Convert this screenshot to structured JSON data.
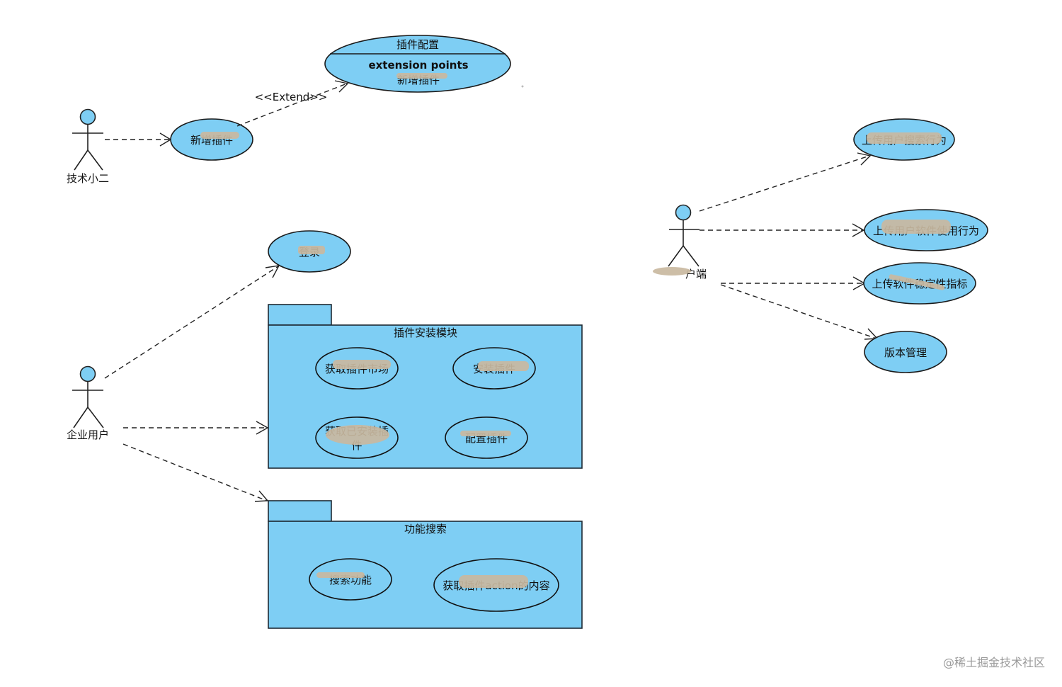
{
  "diagram": {
    "type": "uml-use-case",
    "actors": [
      {
        "id": "tech",
        "label": "技术小二"
      },
      {
        "id": "enterprise",
        "label": "企业用户"
      },
      {
        "id": "client",
        "label": "…客户端",
        "label_partially_obscured": true
      }
    ],
    "use_cases": [
      {
        "id": "plugin-config",
        "label": "插件配置",
        "extension_points_label": "extension points",
        "extension_point": "新增插件",
        "obscured": true
      },
      {
        "id": "add-plugin",
        "label": "新增插件",
        "obscured": true
      },
      {
        "id": "login",
        "label": "登录",
        "obscured": true
      },
      {
        "id": "upload-user-behavior",
        "label": "上传用户…行为",
        "obscured": true
      },
      {
        "id": "upload-software-behavior",
        "label": "上传…软件使用行为",
        "obscured": true
      },
      {
        "id": "upload-stability",
        "label": "上传软件稳定性指标",
        "obscured": true
      },
      {
        "id": "version-mgmt",
        "label": "版本管理"
      }
    ],
    "packages": [
      {
        "id": "install-module",
        "label": "插件安装模块",
        "use_cases": [
          {
            "label": "获取插件市场",
            "obscured": true
          },
          {
            "label": "安装插件",
            "obscured": true
          },
          {
            "label": "获取已安装插件",
            "obscured": true
          },
          {
            "label": "配置插件",
            "obscured": true
          }
        ]
      },
      {
        "id": "feature-search",
        "label": "功能搜索",
        "use_cases": [
          {
            "label": "搜索功能",
            "obscured": true
          },
          {
            "label": "获取插件action的内容",
            "obscured": true
          }
        ]
      }
    ],
    "relations": [
      {
        "from": "tech",
        "to": "add-plugin",
        "type": "association"
      },
      {
        "from": "add-plugin",
        "to": "plugin-config",
        "type": "extend",
        "label": "<<Extend>>"
      },
      {
        "from": "enterprise",
        "to": "login",
        "type": "association"
      },
      {
        "from": "enterprise",
        "to": "install-module",
        "type": "association"
      },
      {
        "from": "enterprise",
        "to": "feature-search",
        "type": "association"
      },
      {
        "from": "client",
        "to": "upload-user-behavior",
        "type": "association"
      },
      {
        "from": "client",
        "to": "upload-software-behavior",
        "type": "association"
      },
      {
        "from": "client",
        "to": "upload-stability",
        "type": "association"
      },
      {
        "from": "client",
        "to": "version-mgmt",
        "type": "association"
      }
    ],
    "colors": {
      "fill": "#7ecef4",
      "stroke": "#1a1a1a",
      "redaction": "#c9b8a0"
    }
  },
  "labels": {
    "actor_tech": "技术小二",
    "actor_enterprise": "企业用户",
    "actor_client_tail": "户端",
    "uc_plugin_config": "插件配置",
    "uc_ext_points": "extension points",
    "uc_ext_point_item": "新增插件",
    "uc_add_plugin": "新增插件",
    "uc_login": "登录",
    "uc_upload_user": "上传用户搜索行为",
    "uc_upload_software": "上传用户软件使用行为",
    "uc_upload_stability": "上传软件稳定性指标",
    "uc_version": "版本管理",
    "pkg_install": "插件安装模块",
    "pkg_install_uc1": "获取插件市场",
    "pkg_install_uc2": "安装插件",
    "pkg_install_uc3a": "获取已安装插",
    "pkg_install_uc3b": "件",
    "pkg_install_uc4": "配置插件",
    "pkg_search": "功能搜索",
    "pkg_search_uc1": "搜索功能",
    "pkg_search_uc2": "获取插件action的内容",
    "extend": "<<Extend>>"
  },
  "watermark": "@稀土掘金技术社区"
}
